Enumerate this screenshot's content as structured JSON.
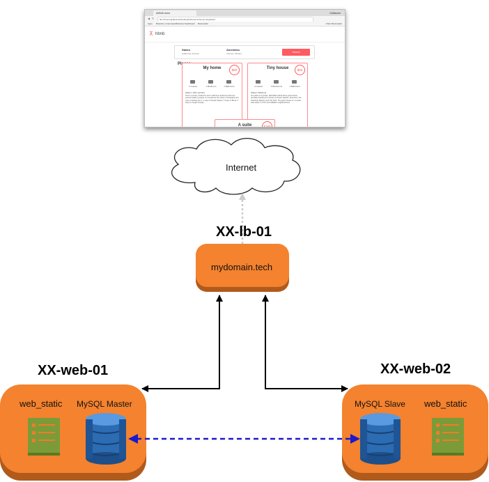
{
  "browser": {
    "tab_title": "AirBnB clone",
    "user_name": "Guillaume",
    "url": "file:///Users/guillaume/Desktop/holbertonschool-js-angularjs/...",
    "bookmarks": [
      "Apps",
      "Brainbox | Interviews",
      "Braintree Dashboard",
      "Bookmarks",
      "Other Bookmarks"
    ],
    "logo_text": "hbnb",
    "filters": {
      "states_label": "States",
      "states_value": "California, Arizona...",
      "amenities_label": "Amenities",
      "amenities_value": "Internet, Kitchen...",
      "search_label": "Search"
    },
    "places_heading": "Places",
    "places": [
      {
        "title": "My home",
        "price": "$80",
        "amenities": [
          "2 Guests",
          "1 Bedroom",
          "1 Bathroom"
        ],
        "owner": "Owner: John Lennon",
        "description": "This is a lovely 1 bedroom and 1 bathroom apartment that can accommodate 2 people. It is located at the center of Shanghai and next to subway line 1, 1 stop to People Square, 2 stops to Bund, 3 stops to Jingan Temple."
      },
      {
        "title": "Tiny house",
        "price": "$65",
        "amenities": [
          "4 Guests",
          "2 Bedrooms",
          "1 Bathroom"
        ],
        "owner": "Owner: Adrienne",
        "description": "Our place is a private, affordable island alone guest house centrally located just minutes to French Quarter, downtown, the Faubourg Marigny and City Park. The guest house is in a quiet, safe space in a fun and walkable neighbourhood."
      },
      {
        "title": "A suite",
        "price": "$190"
      }
    ]
  },
  "diagram": {
    "internet_label": "Internet",
    "lb": {
      "host": "XX-lb-01",
      "domain": "mydomain.tech"
    },
    "web01": {
      "host": "XX-web-01",
      "static_label": "web_static",
      "db_label": "MySQL Master"
    },
    "web02": {
      "host": "XX-web-02",
      "static_label": "web_static",
      "db_label": "MySQL Slave"
    }
  },
  "colors": {
    "server_fill": "#f4822e",
    "server_shadow": "#b05a1c",
    "db_blue": "#2b6cb3",
    "doc_green": "#6f8f33",
    "replication_arrow": "#1a1acc",
    "airbnb_accent": "#ff5a5f"
  }
}
